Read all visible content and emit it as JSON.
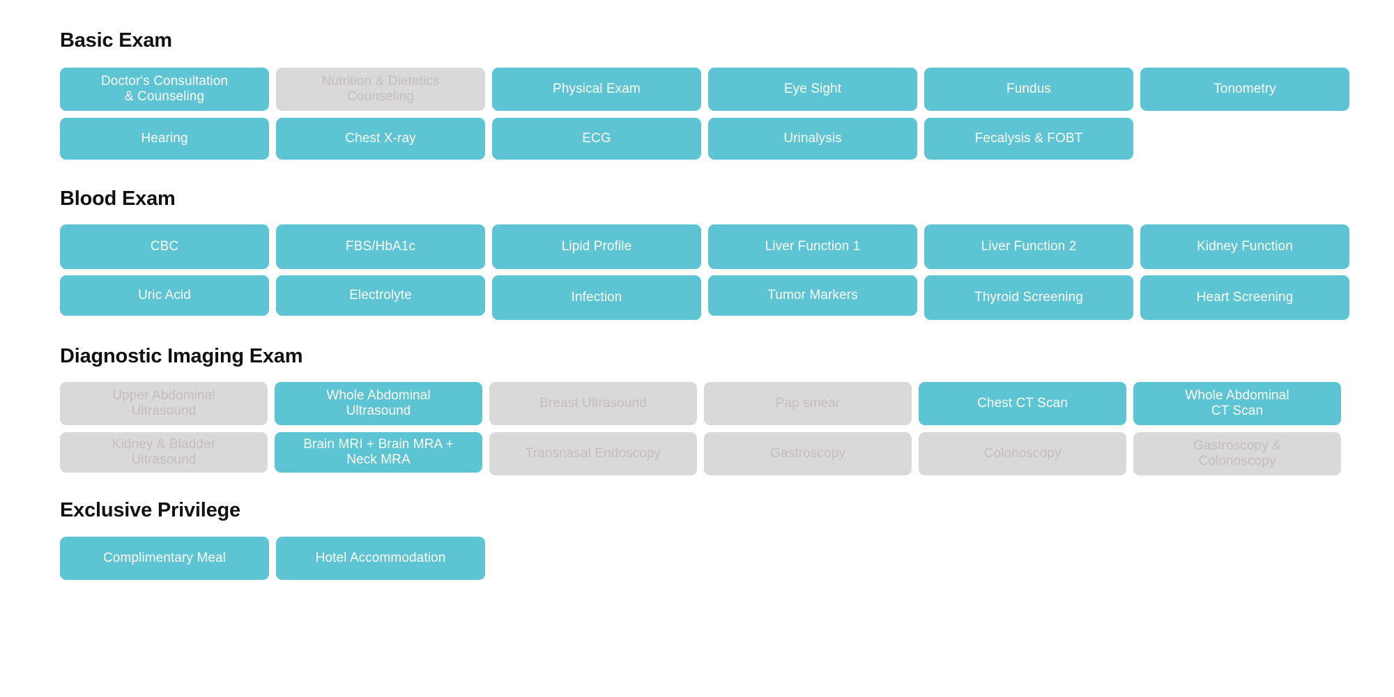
{
  "theme": {
    "accent": "#5CC4D2",
    "disabled_bg": "#D9D9D9",
    "disabled_text": "#C6BCBC",
    "card_text": "#FFFFFF",
    "heading_color": "#111111",
    "page_background": "#FFFFFF"
  },
  "sections": [
    {
      "id": "basic-exam",
      "title": "Basic Exam",
      "rows": [
        [
          {
            "label": "Doctor's Consultation\n& Counseling",
            "state": "included"
          },
          {
            "label": "Nutrition & Dietetics\nCounseling",
            "state": "excluded"
          },
          {
            "label": "Physical Exam",
            "state": "included"
          },
          {
            "label": "Eye Sight",
            "state": "included"
          },
          {
            "label": "Fundus",
            "state": "included"
          },
          {
            "label": "Tonometry",
            "state": "included"
          }
        ],
        [
          {
            "label": "Hearing",
            "state": "included"
          },
          {
            "label": "Chest X-ray",
            "state": "included"
          },
          {
            "label": "ECG",
            "state": "included"
          },
          {
            "label": "Urinalysis",
            "state": "included"
          },
          {
            "label": "Fecalysis & FOBT",
            "state": "included"
          }
        ]
      ]
    },
    {
      "id": "blood-exam",
      "title": "Blood Exam",
      "rows": [
        [
          {
            "label": "CBC",
            "state": "included"
          },
          {
            "label": "FBS/HbA1c",
            "state": "included"
          },
          {
            "label": "Lipid Profile",
            "state": "included"
          },
          {
            "label": "Liver Function 1",
            "state": "included"
          },
          {
            "label": "Liver Function 2",
            "state": "included"
          },
          {
            "label": "Kidney Function",
            "state": "included"
          }
        ],
        [
          {
            "label": "Uric Acid",
            "state": "included"
          },
          {
            "label": "Electrolyte",
            "state": "included"
          },
          {
            "label": "Infection",
            "state": "included"
          },
          {
            "label": "Tumor Markers",
            "state": "included"
          },
          {
            "label": "Thyroid Screening",
            "state": "included"
          },
          {
            "label": "Heart Screening",
            "state": "included"
          }
        ]
      ]
    },
    {
      "id": "diagnostic-imaging-exam",
      "title": "Diagnostic Imaging Exam",
      "rows": [
        [
          {
            "label": "Upper Abdominal\nUltrasound",
            "state": "excluded"
          },
          {
            "label": "Whole Abdominal\nUltrasound",
            "state": "included"
          },
          {
            "label": "Breast Ultrasound",
            "state": "excluded"
          },
          {
            "label": "Pap smear",
            "state": "excluded"
          },
          {
            "label": "Chest CT Scan",
            "state": "included"
          },
          {
            "label": "Whole Abdominal\nCT Scan",
            "state": "included"
          }
        ],
        [
          {
            "label": "Kidney & Bladder\nUltrasound",
            "state": "excluded"
          },
          {
            "label": "Brain MRI + Brain MRA +\nNeck MRA",
            "state": "included"
          },
          {
            "label": "Transnasal Endoscopy",
            "state": "excluded"
          },
          {
            "label": "Gastroscopy",
            "state": "excluded"
          },
          {
            "label": "Colonoscopy",
            "state": "excluded"
          },
          {
            "label": "Gastroscopy &\nColonoscopy",
            "state": "excluded"
          }
        ]
      ]
    },
    {
      "id": "exclusive-privilege",
      "title": "Exclusive Privilege",
      "rows": [
        [
          {
            "label": "Complimentary Meal",
            "state": "included"
          },
          {
            "label": "Hotel Accommodation",
            "state": "included"
          }
        ]
      ]
    }
  ]
}
